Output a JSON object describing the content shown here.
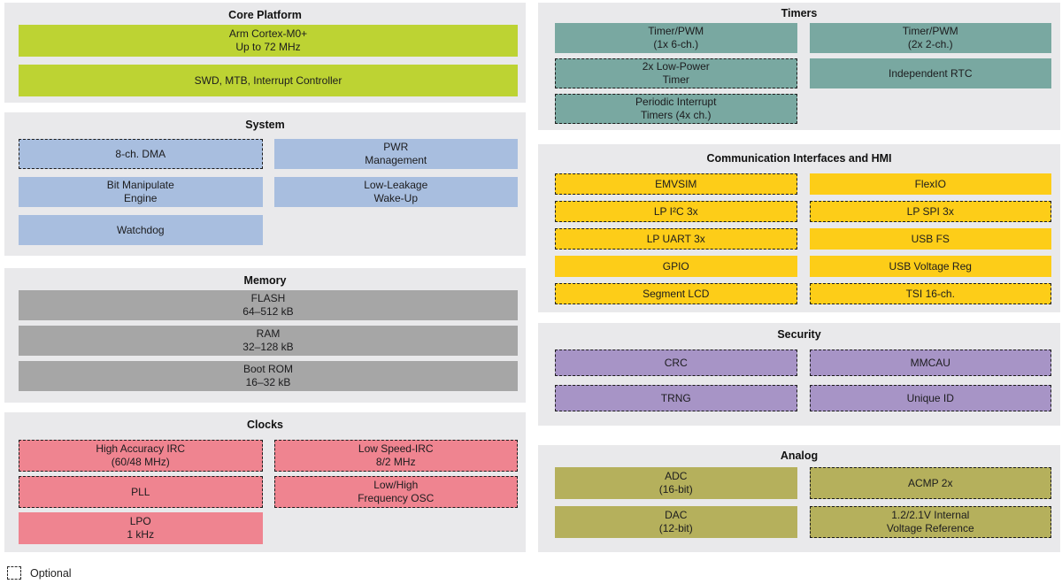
{
  "colors": {
    "panel_background": "#e9e9eb",
    "core_platform": "#bdd333",
    "system": "#a8bedf",
    "memory": "#a6a6a6",
    "clocks": "#ef8490",
    "timers": "#79a8a1",
    "communication": "#fdcd18",
    "security": "#a794c6",
    "analog": "#b5b05c",
    "dashed_border": "#1c1c1c"
  },
  "sections": {
    "core_platform": {
      "title": "Core Platform",
      "blocks": {
        "cortex": {
          "label": "Arm Cortex-M0+\nUp to 72 MHz",
          "optional": false
        },
        "debug": {
          "label": "SWD, MTB, Interrupt Controller",
          "optional": false
        }
      }
    },
    "system": {
      "title": "System",
      "blocks": {
        "dma": {
          "label": "8-ch. DMA",
          "optional": true
        },
        "pwr": {
          "label": "PWR\nManagement",
          "optional": false
        },
        "bme": {
          "label": "Bit Manipulate\nEngine",
          "optional": false
        },
        "llwu": {
          "label": "Low-Leakage\nWake-Up",
          "optional": false
        },
        "watchdog": {
          "label": "Watchdog",
          "optional": false
        }
      }
    },
    "memory": {
      "title": "Memory",
      "blocks": {
        "flash": {
          "label": "FLASH\n64–512 kB",
          "optional": false
        },
        "ram": {
          "label": "RAM\n32–128 kB",
          "optional": false
        },
        "bootrom": {
          "label": "Boot ROM\n16–32 kB",
          "optional": false
        }
      }
    },
    "clocks": {
      "title": "Clocks",
      "blocks": {
        "hirc": {
          "label": "High Accuracy IRC\n(60/48 MHz)",
          "optional": true
        },
        "lsirc": {
          "label": "Low Speed-IRC\n8/2 MHz",
          "optional": true
        },
        "pll": {
          "label": "PLL",
          "optional": true
        },
        "osc": {
          "label": "Low/High\nFrequency OSC",
          "optional": true
        },
        "lpo": {
          "label": "LPO\n1 kHz",
          "optional": false
        }
      }
    },
    "timers": {
      "title": "Timers",
      "blocks": {
        "tpm6": {
          "label": "Timer/PWM\n(1x 6-ch.)",
          "optional": false
        },
        "tpm2": {
          "label": "Timer/PWM\n(2x 2-ch.)",
          "optional": false
        },
        "lptmr": {
          "label": "2x Low-Power\nTimer",
          "optional": true
        },
        "rtc": {
          "label": "Independent RTC",
          "optional": false
        },
        "pit": {
          "label": "Periodic Interrupt\nTimers (4x ch.)",
          "optional": true
        }
      }
    },
    "communication": {
      "title": "Communication Interfaces and HMI",
      "blocks": {
        "emvsim": {
          "label": "EMVSIM",
          "optional": true
        },
        "flexio": {
          "label": "FlexIO",
          "optional": false
        },
        "lpi2c": {
          "label": "LP I²C 3x",
          "optional": true
        },
        "lpspi": {
          "label": "LP SPI 3x",
          "optional": true
        },
        "lpuart": {
          "label": "LP UART 3x",
          "optional": true
        },
        "usbfs": {
          "label": "USB FS",
          "optional": false
        },
        "gpio": {
          "label": "GPIO",
          "optional": false
        },
        "usbreg": {
          "label": "USB Voltage Reg",
          "optional": false
        },
        "slcd": {
          "label": "Segment LCD",
          "optional": true
        },
        "tsi": {
          "label": "TSI 16-ch.",
          "optional": true
        }
      }
    },
    "security": {
      "title": "Security",
      "blocks": {
        "crc": {
          "label": "CRC",
          "optional": true
        },
        "mmcau": {
          "label": "MMCAU",
          "optional": true
        },
        "trng": {
          "label": "TRNG",
          "optional": true
        },
        "uid": {
          "label": "Unique ID",
          "optional": true
        }
      }
    },
    "analog": {
      "title": "Analog",
      "blocks": {
        "adc": {
          "label": "ADC\n(16-bit)",
          "optional": false
        },
        "acmp": {
          "label": "ACMP 2x",
          "optional": true
        },
        "dac": {
          "label": "DAC\n(12-bit)",
          "optional": false
        },
        "vref": {
          "label": "1.2/2.1V Internal\nVoltage Reference",
          "optional": true
        }
      }
    }
  },
  "legend": {
    "label": "Optional"
  }
}
